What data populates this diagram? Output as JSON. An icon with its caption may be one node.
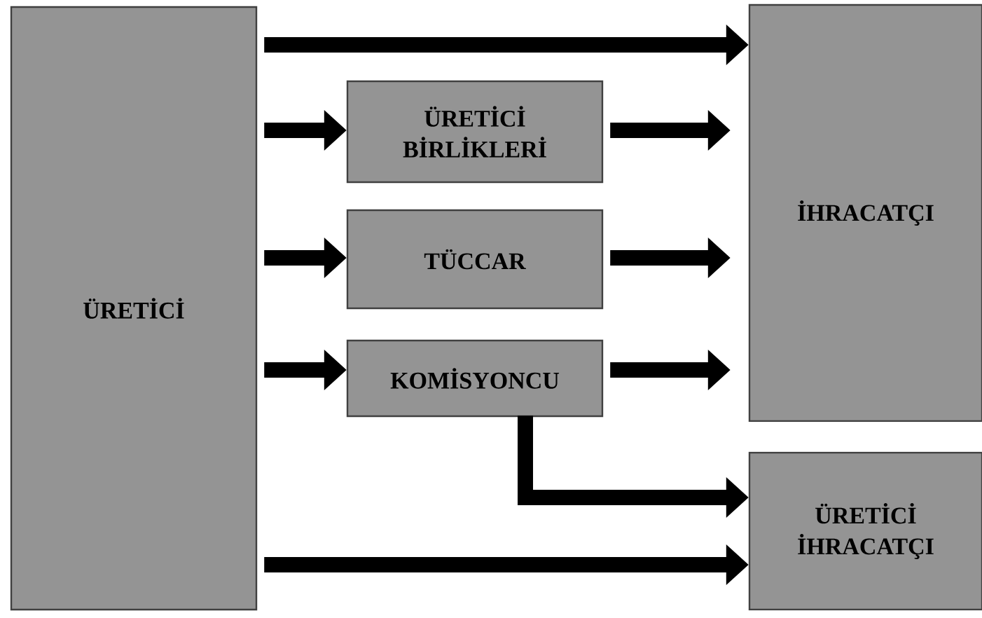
{
  "diagram": {
    "nodes": [
      {
        "text": [
          "ÜRETİCİ"
        ]
      },
      {
        "text": [
          "ÜRETİCİ BİRLİKLERİ"
        ]
      },
      {
        "text": [
          "TÜCCAR"
        ]
      },
      {
        "text": [
          "KOMİSYONCU"
        ]
      },
      {
        "text": [
          "İHRACATÇI"
        ]
      },
      {
        "text": [
          "ÜRETİCİ İHRACATÇI"
        ]
      }
    ],
    "edges": [
      {
        "from": 0,
        "to": 4,
        "arrow": "to"
      },
      {
        "from": 0,
        "to": 1,
        "arrow": "to"
      },
      {
        "from": 1,
        "to": 4,
        "arrow": "to"
      },
      {
        "from": 0,
        "to": 2,
        "arrow": "to"
      },
      {
        "from": 2,
        "to": 4,
        "arrow": "to"
      },
      {
        "from": 0,
        "to": 3,
        "arrow": "to"
      },
      {
        "from": 3,
        "to": 4,
        "arrow": "to"
      },
      {
        "from": 3,
        "to": 5,
        "arrow": "to"
      },
      {
        "from": 0,
        "to": 5,
        "arrow": "to"
      }
    ]
  }
}
